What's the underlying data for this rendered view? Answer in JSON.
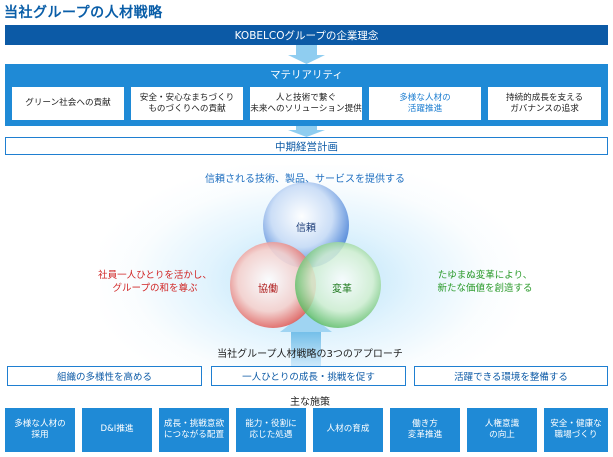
{
  "title": "当社グループの人材戦略",
  "philosophy": "KOBELCOグループの企業理念",
  "materiality": {
    "title": "マテリアリティ",
    "items": [
      {
        "label": "グリーン社会への貢献"
      },
      {
        "label": "安全・安心なまちづくり\nものづくりへの貢献"
      },
      {
        "label": "人と技術で繋ぐ\n未来へのソリューション提供"
      },
      {
        "label": "多様な人材の\n活躍推進"
      },
      {
        "label": "持続的成長を支える\nガバナンスの追求"
      }
    ]
  },
  "mid_term_plan": "中期経営計画",
  "center_heading": "信頼される技術、製品、サービスを提供する",
  "circles": {
    "top": "信頼",
    "left": "協働",
    "right": "変革"
  },
  "left_text": "社員一人ひとりを活かし、\nグループの和を尊ぶ",
  "right_text": "たゆまぬ変革により、\n新たな価値を創造する",
  "approach_title": "当社グループ人材戦略の3つのアプローチ",
  "approaches": [
    {
      "label": "組織の多様性を高める"
    },
    {
      "label": "一人ひとりの成長・挑戦を促す"
    },
    {
      "label": "活躍できる環境を整備する"
    }
  ],
  "measures_title": "主な施策",
  "measures": [
    {
      "label": "多様な人材の\n採用"
    },
    {
      "label": "D&I推進"
    },
    {
      "label": "成長・挑戦意欲\nにつながる配置"
    },
    {
      "label": "能力・役割に\n応じた処遇"
    },
    {
      "label": "人材の育成"
    },
    {
      "label": "働き方\n変革推進"
    },
    {
      "label": "人権意識\nの向上"
    },
    {
      "label": "安全・健康な\n職場づくり"
    }
  ],
  "colors": {
    "dark_blue": "#0c5aa6",
    "accent_blue": "#1f8ad6",
    "circle_blue": "#2f6fd0",
    "circle_red": "#d8332f",
    "circle_green": "#2fa83a",
    "left_text": "#d02525",
    "right_text": "#2a9a2a"
  }
}
